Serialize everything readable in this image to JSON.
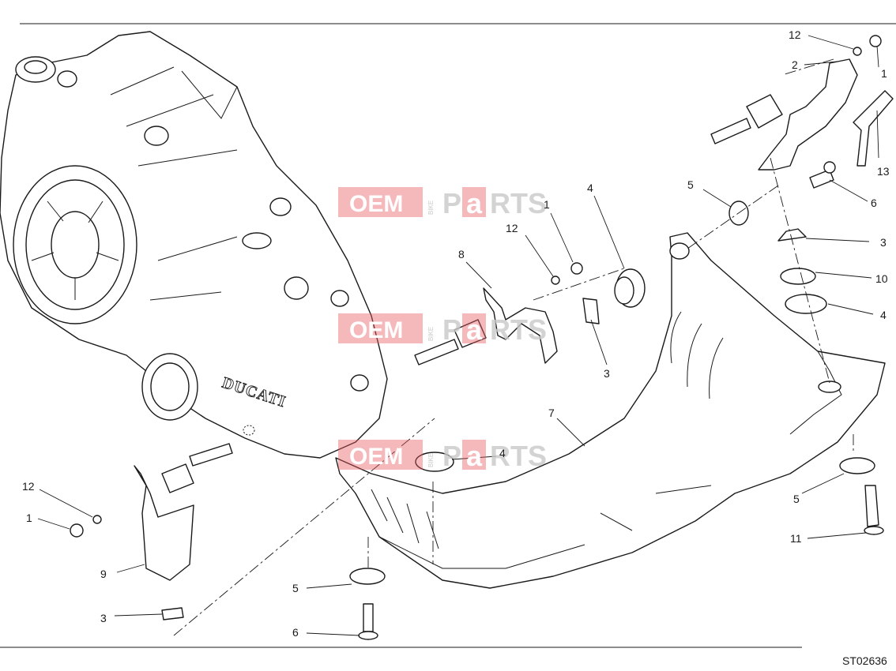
{
  "drawing": {
    "code": "ST02636",
    "brand_mark": "DUCATI"
  },
  "watermark": {
    "oem": "OEM",
    "bike": "BIKE",
    "parts_pre": "P",
    "parts_a": "a",
    "parts_post": "RTS"
  },
  "callouts": [
    {
      "id": "c12a",
      "label": "12"
    },
    {
      "id": "c2",
      "label": "2"
    },
    {
      "id": "c1a",
      "label": "1"
    },
    {
      "id": "c13",
      "label": "13"
    },
    {
      "id": "c6a",
      "label": "6"
    },
    {
      "id": "c5a",
      "label": "5"
    },
    {
      "id": "c3a",
      "label": "3"
    },
    {
      "id": "c10",
      "label": "10"
    },
    {
      "id": "c4a",
      "label": "4"
    },
    {
      "id": "c4b",
      "label": "4"
    },
    {
      "id": "c1b",
      "label": "1"
    },
    {
      "id": "c12b",
      "label": "12"
    },
    {
      "id": "c8",
      "label": "8"
    },
    {
      "id": "c3b",
      "label": "3"
    },
    {
      "id": "c7",
      "label": "7"
    },
    {
      "id": "c4c",
      "label": "4"
    },
    {
      "id": "c5b",
      "label": "5"
    },
    {
      "id": "c11",
      "label": "11"
    },
    {
      "id": "c12c",
      "label": "12"
    },
    {
      "id": "c1c",
      "label": "1"
    },
    {
      "id": "c9",
      "label": "9"
    },
    {
      "id": "c3c",
      "label": "3"
    },
    {
      "id": "c5c",
      "label": "5"
    },
    {
      "id": "c6b",
      "label": "6"
    }
  ]
}
